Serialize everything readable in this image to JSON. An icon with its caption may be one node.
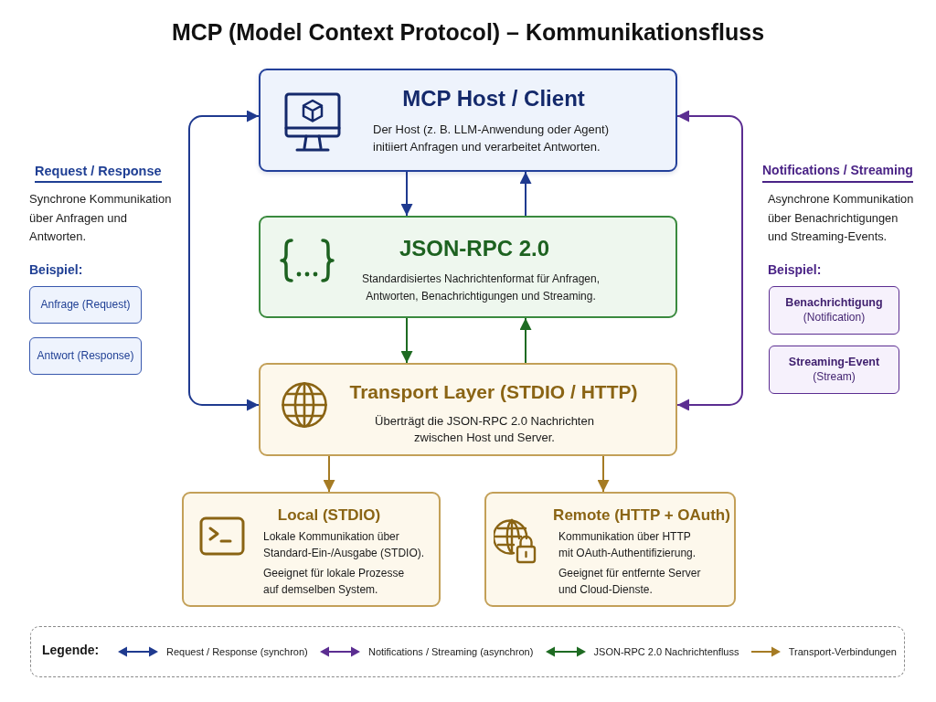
{
  "diagram": {
    "title": "MCP (Model Context Protocol) – Kommunikationsfluss",
    "nodes": [
      {
        "text": [
          "MCP Host / Client",
          "Der Host (z. B. LLM-Anwendung oder Agent) initiiert Anfragen und verarbeitet Antworten."
        ]
      },
      {
        "text": [
          "JSON-RPC 2.0",
          "Standardisiertes Nachrichtenformat für Anfragen, Antworten, Benachrichtigungen und Streaming."
        ]
      },
      {
        "text": [
          "Transport Layer (STDIO / HTTP)",
          "Überträgt die JSON-RPC 2.0 Nachrichten zwischen Host und Server."
        ]
      },
      {
        "text": [
          "Local (STDIO)",
          "Lokale Kommunikation über Standard-Ein-/Ausgabe (STDIO).",
          "Geeignet für lokale Prozesse auf demselben System."
        ]
      },
      {
        "text": [
          "Remote (HTTP + OAuth)",
          "Kommunikation über HTTP mit OAuth-Authentifizierung.",
          "Geeignet für entfernte Server und Cloud-Dienste."
        ]
      },
      {
        "text": [
          "Anfrage (Request)"
        ]
      },
      {
        "text": [
          "Antwort (Response)"
        ]
      },
      {
        "text": [
          "Benachrichtigung",
          "(Notification)"
        ]
      },
      {
        "text": [
          "Streaming-Event",
          "(Stream)"
        ]
      }
    ],
    "edges": [
      {
        "from": 0,
        "to": 1,
        "arrow": "to"
      },
      {
        "from": 1,
        "to": 0,
        "arrow": "to"
      },
      {
        "from": 1,
        "to": 2,
        "arrow": "to",
        "color": "#1e6b22"
      },
      {
        "from": 2,
        "to": 1,
        "arrow": "to",
        "color": "#1e6b22"
      },
      {
        "from": 2,
        "to": 3,
        "arrow": "to",
        "color": "#a57b24"
      },
      {
        "from": 2,
        "to": 4,
        "arrow": "to",
        "color": "#a57b24"
      },
      {
        "from": 0,
        "to": 2,
        "arrow": "both"
      },
      {
        "from": 0,
        "to": 2,
        "arrow": "both",
        "color": "#5b2d91"
      }
    ],
    "labels": [
      "Request / Response",
      "Synchrone Kommunikation über Anfragen und Antworten.",
      "Beispiel:",
      "Notifications / Streaming",
      "Asynchrone Kommunikation über Benachrichtigungen und Streaming-Events.",
      "Beispiel:",
      "Legende:"
    ],
    "legend": [
      {
        "text": "Request / Response (synchron)"
      },
      {
        "text": "Notifications / Streaming (asynchron)"
      },
      {
        "text": "JSON-RPC 2.0 Nachrichtenfluss"
      },
      {
        "text": "Transport-Verbindungen"
      }
    ]
  }
}
